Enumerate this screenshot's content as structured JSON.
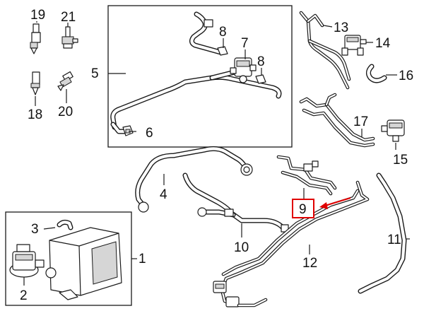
{
  "callouts": {
    "c1": "1",
    "c2": "2",
    "c3": "3",
    "c4": "4",
    "c5": "5",
    "c6": "6",
    "c7": "7",
    "c8a": "8",
    "c8b": "8",
    "c9": "9",
    "c10": "10",
    "c11": "11",
    "c12": "12",
    "c13": "13",
    "c14": "14",
    "c15": "15",
    "c16": "16",
    "c17": "17",
    "c18": "18",
    "c19": "19",
    "c20": "20",
    "c21": "21"
  },
  "highlight": {
    "target": "9",
    "color": "#e00000"
  },
  "colors": {
    "line": "#1a1a1a",
    "background": "#ffffff",
    "highlight": "#e00000"
  }
}
